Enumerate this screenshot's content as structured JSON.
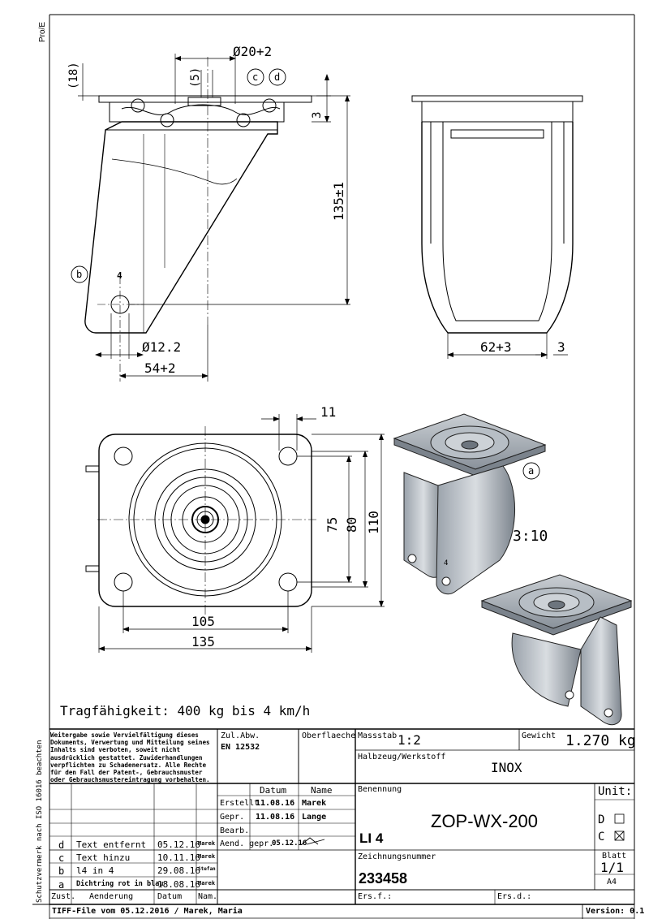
{
  "sheet": {
    "side_tag": "Pro/E",
    "protection_note_vertical": "Schutzvermerk nach ISO 16016 beachten",
    "footer_file": "TIFF-File vom 05.12.2016 / Marek, Maria",
    "footer_version": "Version: 0.1"
  },
  "drawing": {
    "dims_side": {
      "d_20": "Ø20+2",
      "d_5": "(5)",
      "d_18": "(18)",
      "d_3": "3",
      "d_135": "135±1",
      "d_12": "Ø12.2",
      "d_54": "54+2",
      "hole_mark": "4"
    },
    "dims_front": {
      "d_62": "62+3",
      "d_3": "3"
    },
    "dims_plan": {
      "d_11": "11",
      "d_75": "75",
      "d_80": "80",
      "d_110": "110",
      "d_105": "105",
      "d_135": "135"
    },
    "callouts": {
      "b": "b",
      "c": "c",
      "d": "d",
      "a": "a"
    },
    "iso_scale": "3:10",
    "iso_mark": "4",
    "capacity": "Tragfähigkeit: 400 kg bis 4 km/h"
  },
  "titleblock": {
    "note": "Weitergabe sowie Vervielfältigung dieses Dokuments, Verwertung und Mitteilung seines Inhalts sind verboten, soweit nicht ausdrücklich gestattet. Zuwiderhandlungen verpflichten zu Schadenersatz. Alle Rechte für den Fall der Patent-, Gebrauchsmuster oder Gebrauchsmustereintragung vorbehalten.",
    "zul_abw_label": "Zul.Abw.",
    "zul_abw_value": "EN 12532",
    "oberflaeche_label": "Oberflaeche",
    "massstab_label": "Massstab",
    "massstab_value": "1:2",
    "gewicht_label": "Gewicht",
    "gewicht_value": "1.270 kg",
    "halbzeug_label": "Halbzeug/Werkstoff",
    "werkstoff_value": "INOX",
    "benennung_label": "Benennung",
    "benennung_value": "ZOP-WX-200",
    "li_value": "LI 4",
    "unit_label": "Unit:",
    "unit_d": "D",
    "unit_c": "C",
    "zeichnungsnummer_label": "Zeichnungsnummer",
    "zeichnungsnummer_value": "233458",
    "blatt_label": "Blatt",
    "blatt_value": "1/1",
    "format": "A4",
    "ersf_label": "Ers.f.:",
    "ersd_label": "Ers.d.:",
    "col_datum": "Datum",
    "col_name": "Name",
    "erstellt_label": "Erstellt",
    "erstellt_datum": "11.08.16",
    "erstellt_name": "Marek",
    "gepr_label": "Gepr.",
    "gepr_datum": "11.08.16",
    "gepr_name": "Lange",
    "bearb_label": "Bearb.",
    "aend_label": "Aend. gepr.",
    "aend_datum": "05.12.16",
    "rev_header": {
      "zust": "Zust.",
      "aenderung": "Aenderung",
      "datum": "Datum",
      "name": "Nam."
    },
    "revisions": [
      {
        "zust": "d",
        "text": "Text entfernt",
        "datum": "05.12.16",
        "name": "Marek"
      },
      {
        "zust": "c",
        "text": "Text hinzu",
        "datum": "10.11.16",
        "name": "Marek"
      },
      {
        "zust": "b",
        "text": "l4 in 4",
        "datum": "29.08.16",
        "name": "Stefan"
      },
      {
        "zust": "a",
        "text": "Dichtring rot in blau",
        "datum": "18.08.16",
        "name": "Marek"
      }
    ]
  }
}
